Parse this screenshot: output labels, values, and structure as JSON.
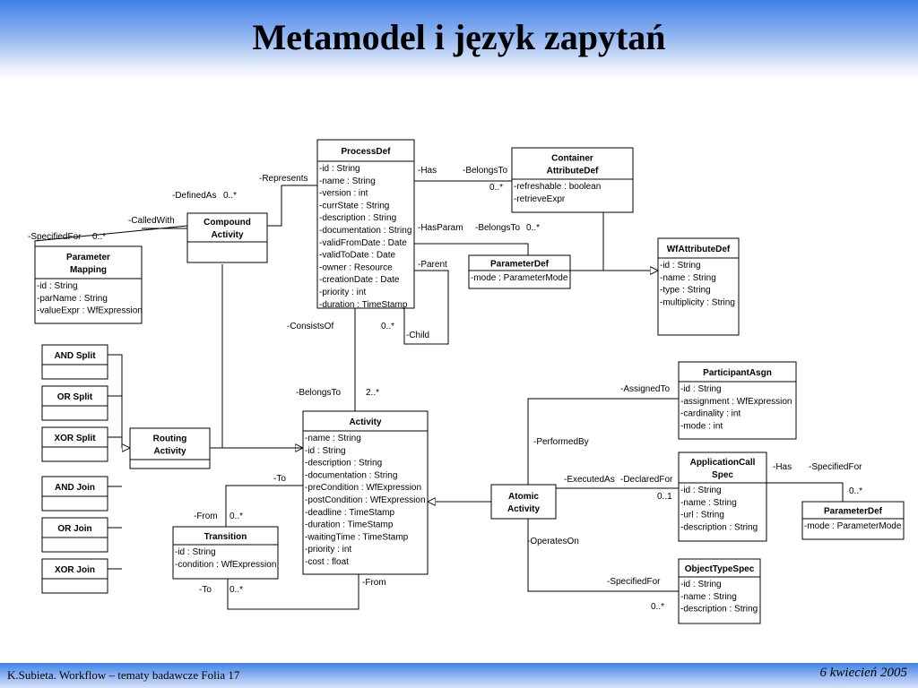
{
  "header": {
    "title": "Metamodel i język zapytań"
  },
  "footer": {
    "left": "K.Subieta. Workflow – tematy badawcze Folia 17",
    "right": "6 kwiecień 2005"
  },
  "classes": [
    {
      "key": "processdef",
      "name": [
        "ProcessDef"
      ],
      "attrs": [
        "-id : String",
        "-name : String",
        "-version : int",
        "-currState : String",
        "-description : String",
        "-documentation : String",
        "-validFromDate : Date",
        "-validToDate : Date",
        "-owner : Resource",
        "-creationDate : Date",
        "-priority : int",
        "-duration : TimeStamp"
      ]
    },
    {
      "key": "containerattributedef",
      "name": [
        "Container",
        "AttributeDef"
      ],
      "attrs": [
        "-refreshable : boolean",
        "-retrieveExpr"
      ]
    },
    {
      "key": "wfattributedef",
      "name": [
        "WfAttributeDef"
      ],
      "attrs": [
        "-id : String",
        "-name : String",
        "-type : String",
        "-multiplicity : String"
      ]
    },
    {
      "key": "parameterdef",
      "name": [
        "ParameterDef"
      ],
      "attrs": [
        "-mode : ParameterMode"
      ]
    },
    {
      "key": "compoundactivity",
      "name": [
        "Compound",
        "Activity"
      ],
      "attrs": []
    },
    {
      "key": "parametermapping",
      "name": [
        "Parameter",
        "Mapping"
      ],
      "attrs": [
        "-id : String",
        "-parName : String",
        "-valueExpr : WfExpression"
      ]
    },
    {
      "key": "andsplit",
      "name": [
        "AND Split"
      ],
      "attrs": []
    },
    {
      "key": "orsplit",
      "name": [
        "OR Split"
      ],
      "attrs": []
    },
    {
      "key": "xorsplit",
      "name": [
        "XOR Split"
      ],
      "attrs": []
    },
    {
      "key": "andjoin",
      "name": [
        "AND Join"
      ],
      "attrs": []
    },
    {
      "key": "orjoin",
      "name": [
        "OR Join"
      ],
      "attrs": []
    },
    {
      "key": "xorjoin",
      "name": [
        "XOR Join"
      ],
      "attrs": []
    },
    {
      "key": "routingactivity",
      "name": [
        "Routing",
        "Activity"
      ],
      "attrs": []
    },
    {
      "key": "activity",
      "name": [
        "Activity"
      ],
      "attrs": [
        "-name : String",
        "-id : String",
        "-description : String",
        "-documentation : String",
        "-preCondition : WfExpression",
        "-postCondition : WfExpression",
        "-deadline : TimeStamp",
        "-duration : TimeStamp",
        "-waitingTime : TimeStamp",
        "-priority : int",
        "-cost : float"
      ]
    },
    {
      "key": "transition",
      "name": [
        "Transition"
      ],
      "attrs": [
        "-id : String",
        "-condition : WfExpression"
      ]
    },
    {
      "key": "atomicactivity",
      "name": [
        "Atomic",
        "Activity"
      ],
      "attrs": []
    },
    {
      "key": "participantasgn",
      "name": [
        "ParticipantAsgn"
      ],
      "attrs": [
        "-id : String",
        "-assignment : WfExpression",
        "-cardinality : int",
        "-mode : int"
      ]
    },
    {
      "key": "applicationcallspec",
      "name": [
        "ApplicationCall",
        "Spec"
      ],
      "attrs": [
        "-id : String",
        "-name : String",
        "-url : String",
        "-description : String"
      ]
    },
    {
      "key": "parameterdef2",
      "name": [
        "ParameterDef"
      ],
      "attrs": [
        "-mode : ParameterMode"
      ]
    },
    {
      "key": "objecttypespec",
      "name": [
        "ObjectTypeSpec"
      ],
      "attrs": [
        "-id : String",
        "-name : String",
        "-description : String"
      ]
    }
  ],
  "labels": [
    "-Represents",
    "-DefinedAs",
    "0..*",
    "-CalledWith",
    "-SpecifiedFor",
    "0..*",
    "-Has",
    "-BelongsTo",
    "0..*",
    "-HasParam",
    "-BelongsTo",
    "0..*",
    "-Parent",
    "-ConsistsOf",
    "0..*",
    "-Child",
    "-BelongsTo",
    "2..*",
    "-To",
    "-From",
    "0..*",
    "-To",
    "0..*",
    "-From",
    "-AssignedTo",
    "-PerformedBy",
    "-ExecutedAs",
    "-DeclaredFor",
    "0..1",
    "-Has",
    "-SpecifiedFor",
    "0..*",
    "-OperatesOn",
    "-SpecifiedFor",
    "0..*"
  ]
}
